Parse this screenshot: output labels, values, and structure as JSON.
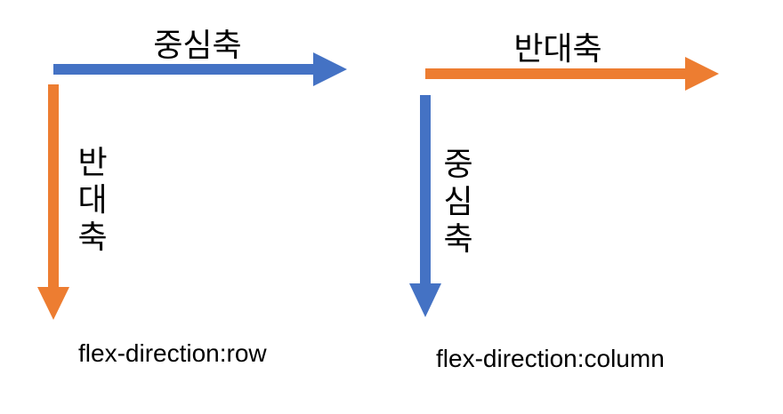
{
  "colors": {
    "main_axis": "#4472C4",
    "cross_axis": "#ED7D31",
    "text": "#000000"
  },
  "row": {
    "main_axis_label": "중심축",
    "cross_axis_label": "반대축",
    "caption": "flex-direction:row"
  },
  "column": {
    "main_axis_label": "중심축",
    "cross_axis_label": "반대축",
    "caption": "flex-direction:column"
  }
}
